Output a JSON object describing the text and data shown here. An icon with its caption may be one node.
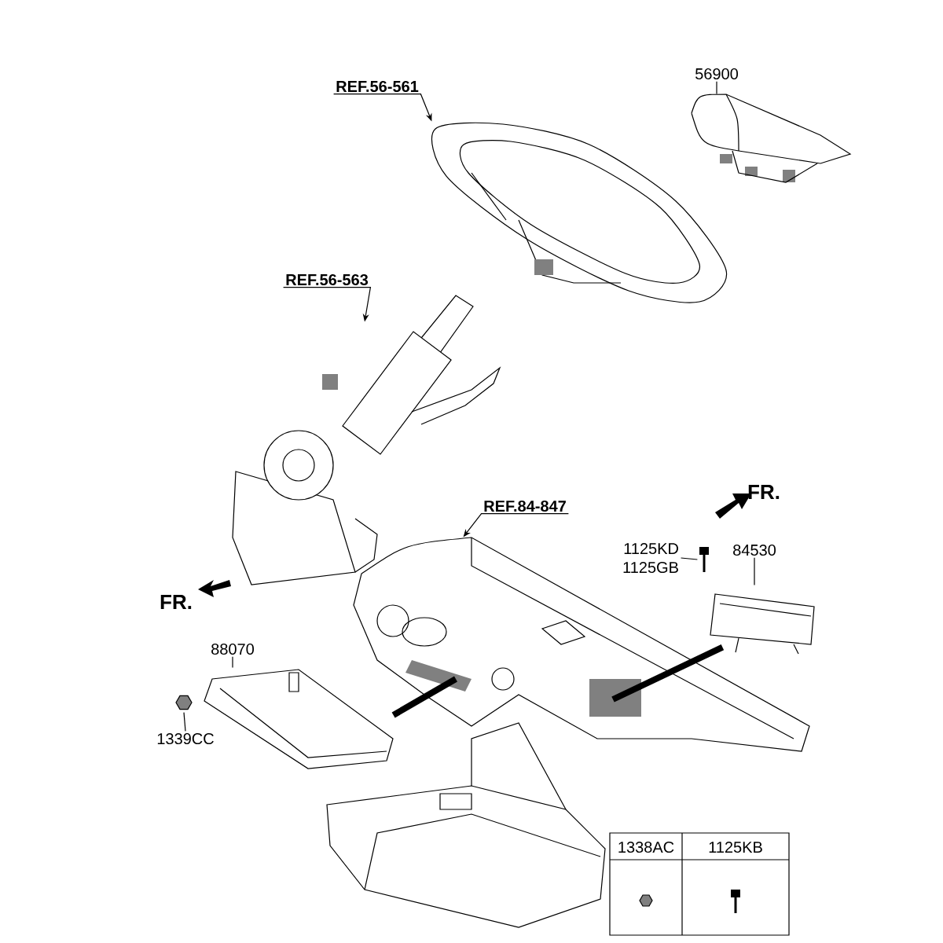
{
  "diagram": {
    "nodes": [
      {
        "text": [
          "56900"
        ]
      },
      {
        "text": [],
        "shape": "picture"
      },
      {
        "text": [
          "REF.56-561"
        ]
      },
      {
        "text": [],
        "shape": "picture"
      },
      {
        "text": [
          "REF.56-563"
        ]
      },
      {
        "text": [],
        "shape": "picture"
      },
      {
        "text": [
          "REF.84-847"
        ]
      },
      {
        "text": [],
        "shape": "picture"
      },
      {
        "text": [
          "1125KD",
          "1125GB"
        ]
      },
      {
        "text": [],
        "shape": "picture"
      },
      {
        "text": [
          "84530"
        ]
      },
      {
        "text": [],
        "shape": "picture"
      },
      {
        "text": [
          "88070"
        ]
      },
      {
        "text": [],
        "shape": "picture"
      },
      {
        "text": [
          "1339CC"
        ]
      },
      {
        "text": [],
        "shape": "hexagon"
      }
    ],
    "edges": [
      {
        "from": 0,
        "to": 1,
        "arrow": "none"
      },
      {
        "from": 2,
        "to": 3,
        "arrow": "to"
      },
      {
        "from": 4,
        "to": 5,
        "arrow": "to"
      },
      {
        "from": 6,
        "to": 7,
        "arrow": "to"
      },
      {
        "from": 8,
        "to": 9,
        "arrow": "none"
      },
      {
        "from": 10,
        "to": 11,
        "arrow": "none"
      },
      {
        "from": 12,
        "to": 13,
        "arrow": "none"
      },
      {
        "from": 14,
        "to": 15,
        "arrow": "none"
      },
      {
        "from": 11,
        "to": 7,
        "arrow": "none",
        "style": "thick"
      },
      {
        "from": 13,
        "to": 7,
        "arrow": "none",
        "style": "thick"
      }
    ],
    "labels": [
      "FR.",
      "FR.",
      "1338AC",
      "1125KB"
    ]
  }
}
